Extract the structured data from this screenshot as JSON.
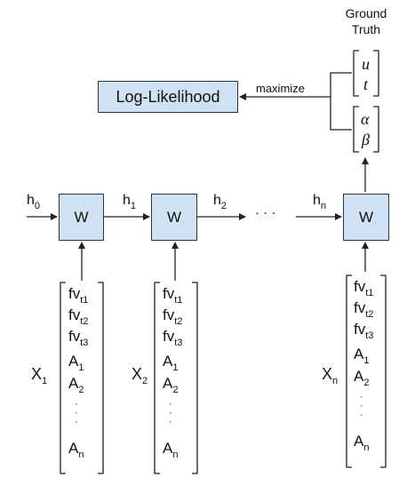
{
  "ground_truth_label": {
    "line1": "Ground",
    "line2": "Truth"
  },
  "ground_truth": {
    "top": [
      "u",
      "t"
    ],
    "bottom": [
      "α",
      "β"
    ]
  },
  "maximize_label": "maximize",
  "log_likelihood_label": "Log-Likelihood",
  "cell_label": "W",
  "hidden_states": [
    {
      "base": "h",
      "sub": "0"
    },
    {
      "base": "h",
      "sub": "1"
    },
    {
      "base": "h",
      "sub": "2"
    },
    {
      "base": "h",
      "sub": "n"
    }
  ],
  "ellipsis": "· · ·",
  "inputs": [
    {
      "base": "X",
      "sub": "1"
    },
    {
      "base": "X",
      "sub": "2"
    },
    {
      "base": "X",
      "sub": "n"
    }
  ],
  "vector_rows": [
    {
      "base": "fv",
      "sub": "t1"
    },
    {
      "base": "fv",
      "sub": "t2"
    },
    {
      "base": "fv",
      "sub": "t3"
    },
    {
      "base": "A",
      "sub": "1"
    },
    {
      "base": "A",
      "sub": "2"
    }
  ],
  "vector_last": {
    "base": "A",
    "sub": "n"
  }
}
